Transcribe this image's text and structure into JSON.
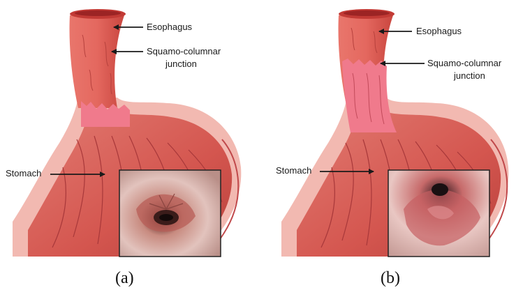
{
  "panel_a": {
    "labels": {
      "esophagus": "Esophagus",
      "sqj_line1": "Squamo-columnar",
      "sqj_line2": "junction",
      "stomach": "Stomach"
    },
    "caption": "(a)"
  },
  "panel_b": {
    "labels": {
      "esophagus": "Esophagus",
      "sqj_line1": "Squamo-columnar",
      "sqj_line2": "junction",
      "stomach": "Stomach"
    },
    "caption": "(b)"
  },
  "colors": {
    "esophagus_outer": "#e88a80",
    "esophagus_inner": "#d9584f",
    "columnar_mucosa": "#f07a8c",
    "stomach_outer": "#f3b8b0",
    "stomach_inner": "#d55a57",
    "fold_line": "#b13b3c",
    "endoscopy_frame": "#222222"
  }
}
